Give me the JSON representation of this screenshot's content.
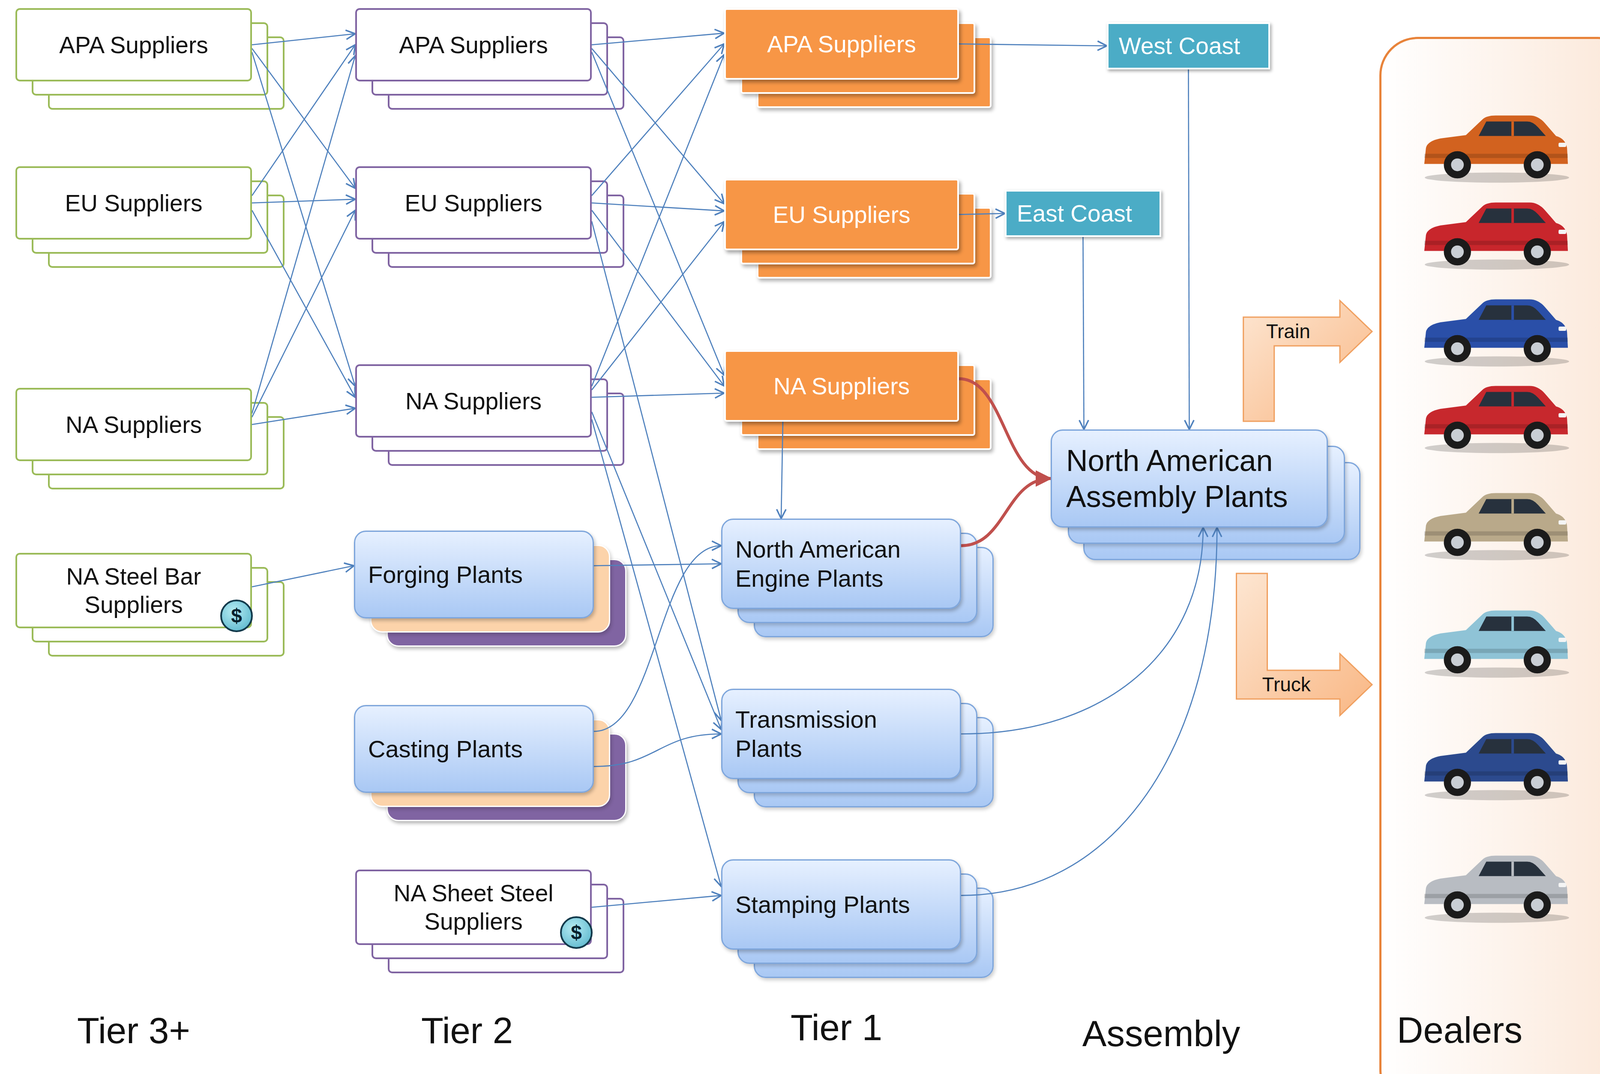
{
  "diagram": {
    "nodes": [
      {
        "text": [
          "APA Suppliers"
        ]
      },
      {
        "text": [
          "EU Suppliers"
        ]
      },
      {
        "text": [
          "NA Suppliers"
        ]
      },
      {
        "text": [
          "NA Steel Bar Suppliers"
        ]
      },
      {
        "text": [
          "APA Suppliers"
        ]
      },
      {
        "text": [
          "EU Suppliers"
        ]
      },
      {
        "text": [
          "NA Suppliers"
        ]
      },
      {
        "text": [
          "Forging Plants"
        ]
      },
      {
        "text": [
          "Casting Plants"
        ]
      },
      {
        "text": [
          "NA Sheet Steel Suppliers"
        ]
      },
      {
        "text": [
          "APA Suppliers"
        ]
      },
      {
        "text": [
          "EU Suppliers"
        ]
      },
      {
        "text": [
          "NA Suppliers"
        ]
      },
      {
        "text": [
          "North American Engine Plants"
        ]
      },
      {
        "text": [
          "Transmission Plants"
        ]
      },
      {
        "text": [
          "Stamping Plants"
        ]
      },
      {
        "text": [
          "West Coast"
        ]
      },
      {
        "text": [
          "East Coast"
        ]
      },
      {
        "text": [
          "North American Assembly Plants"
        ]
      },
      {
        "text": [
          "Dealers"
        ]
      }
    ],
    "edges": [
      {
        "from": 0,
        "to": 4,
        "arrow": "to"
      },
      {
        "from": 0,
        "to": 5,
        "arrow": "to"
      },
      {
        "from": 0,
        "to": 6,
        "arrow": "to"
      },
      {
        "from": 1,
        "to": 4,
        "arrow": "to"
      },
      {
        "from": 1,
        "to": 5,
        "arrow": "to"
      },
      {
        "from": 1,
        "to": 6,
        "arrow": "to"
      },
      {
        "from": 2,
        "to": 4,
        "arrow": "to"
      },
      {
        "from": 2,
        "to": 5,
        "arrow": "to"
      },
      {
        "from": 2,
        "to": 6,
        "arrow": "to"
      },
      {
        "from": 3,
        "to": 7,
        "arrow": "to"
      },
      {
        "from": 4,
        "to": 10,
        "arrow": "to"
      },
      {
        "from": 4,
        "to": 11,
        "arrow": "to"
      },
      {
        "from": 4,
        "to": 12,
        "arrow": "to"
      },
      {
        "from": 5,
        "to": 10,
        "arrow": "to"
      },
      {
        "from": 5,
        "to": 11,
        "arrow": "to"
      },
      {
        "from": 5,
        "to": 12,
        "arrow": "to"
      },
      {
        "from": 5,
        "to": 14,
        "arrow": "to"
      },
      {
        "from": 6,
        "to": 10,
        "arrow": "to"
      },
      {
        "from": 6,
        "to": 11,
        "arrow": "to"
      },
      {
        "from": 6,
        "to": 12,
        "arrow": "to"
      },
      {
        "from": 6,
        "to": 14,
        "arrow": "to"
      },
      {
        "from": 6,
        "to": 15,
        "arrow": "to"
      },
      {
        "from": 7,
        "to": 13,
        "arrow": "to"
      },
      {
        "from": 8,
        "to": 13,
        "arrow": "to"
      },
      {
        "from": 8,
        "to": 14,
        "arrow": "to"
      },
      {
        "from": 9,
        "to": 15,
        "arrow": "to"
      },
      {
        "from": 10,
        "to": 16,
        "arrow": "to"
      },
      {
        "from": 11,
        "to": 17,
        "arrow": "to"
      },
      {
        "from": 12,
        "to": 13,
        "arrow": "to"
      },
      {
        "from": 12,
        "to": 18,
        "arrow": "to"
      },
      {
        "from": 13,
        "to": 18,
        "arrow": "to"
      },
      {
        "from": 14,
        "to": 18,
        "arrow": "to"
      },
      {
        "from": 15,
        "to": 18,
        "arrow": "to"
      },
      {
        "from": 16,
        "to": 18,
        "arrow": "to"
      },
      {
        "from": 17,
        "to": 18,
        "arrow": "to"
      },
      {
        "from": 18,
        "to": 19,
        "label": "Train",
        "arrow": "to"
      },
      {
        "from": 18,
        "to": 19,
        "label": "Truck",
        "arrow": "to"
      }
    ],
    "labels": [
      "$",
      "$",
      "Tier 3+",
      "Tier 2",
      "Tier 1",
      "Assembly"
    ]
  }
}
